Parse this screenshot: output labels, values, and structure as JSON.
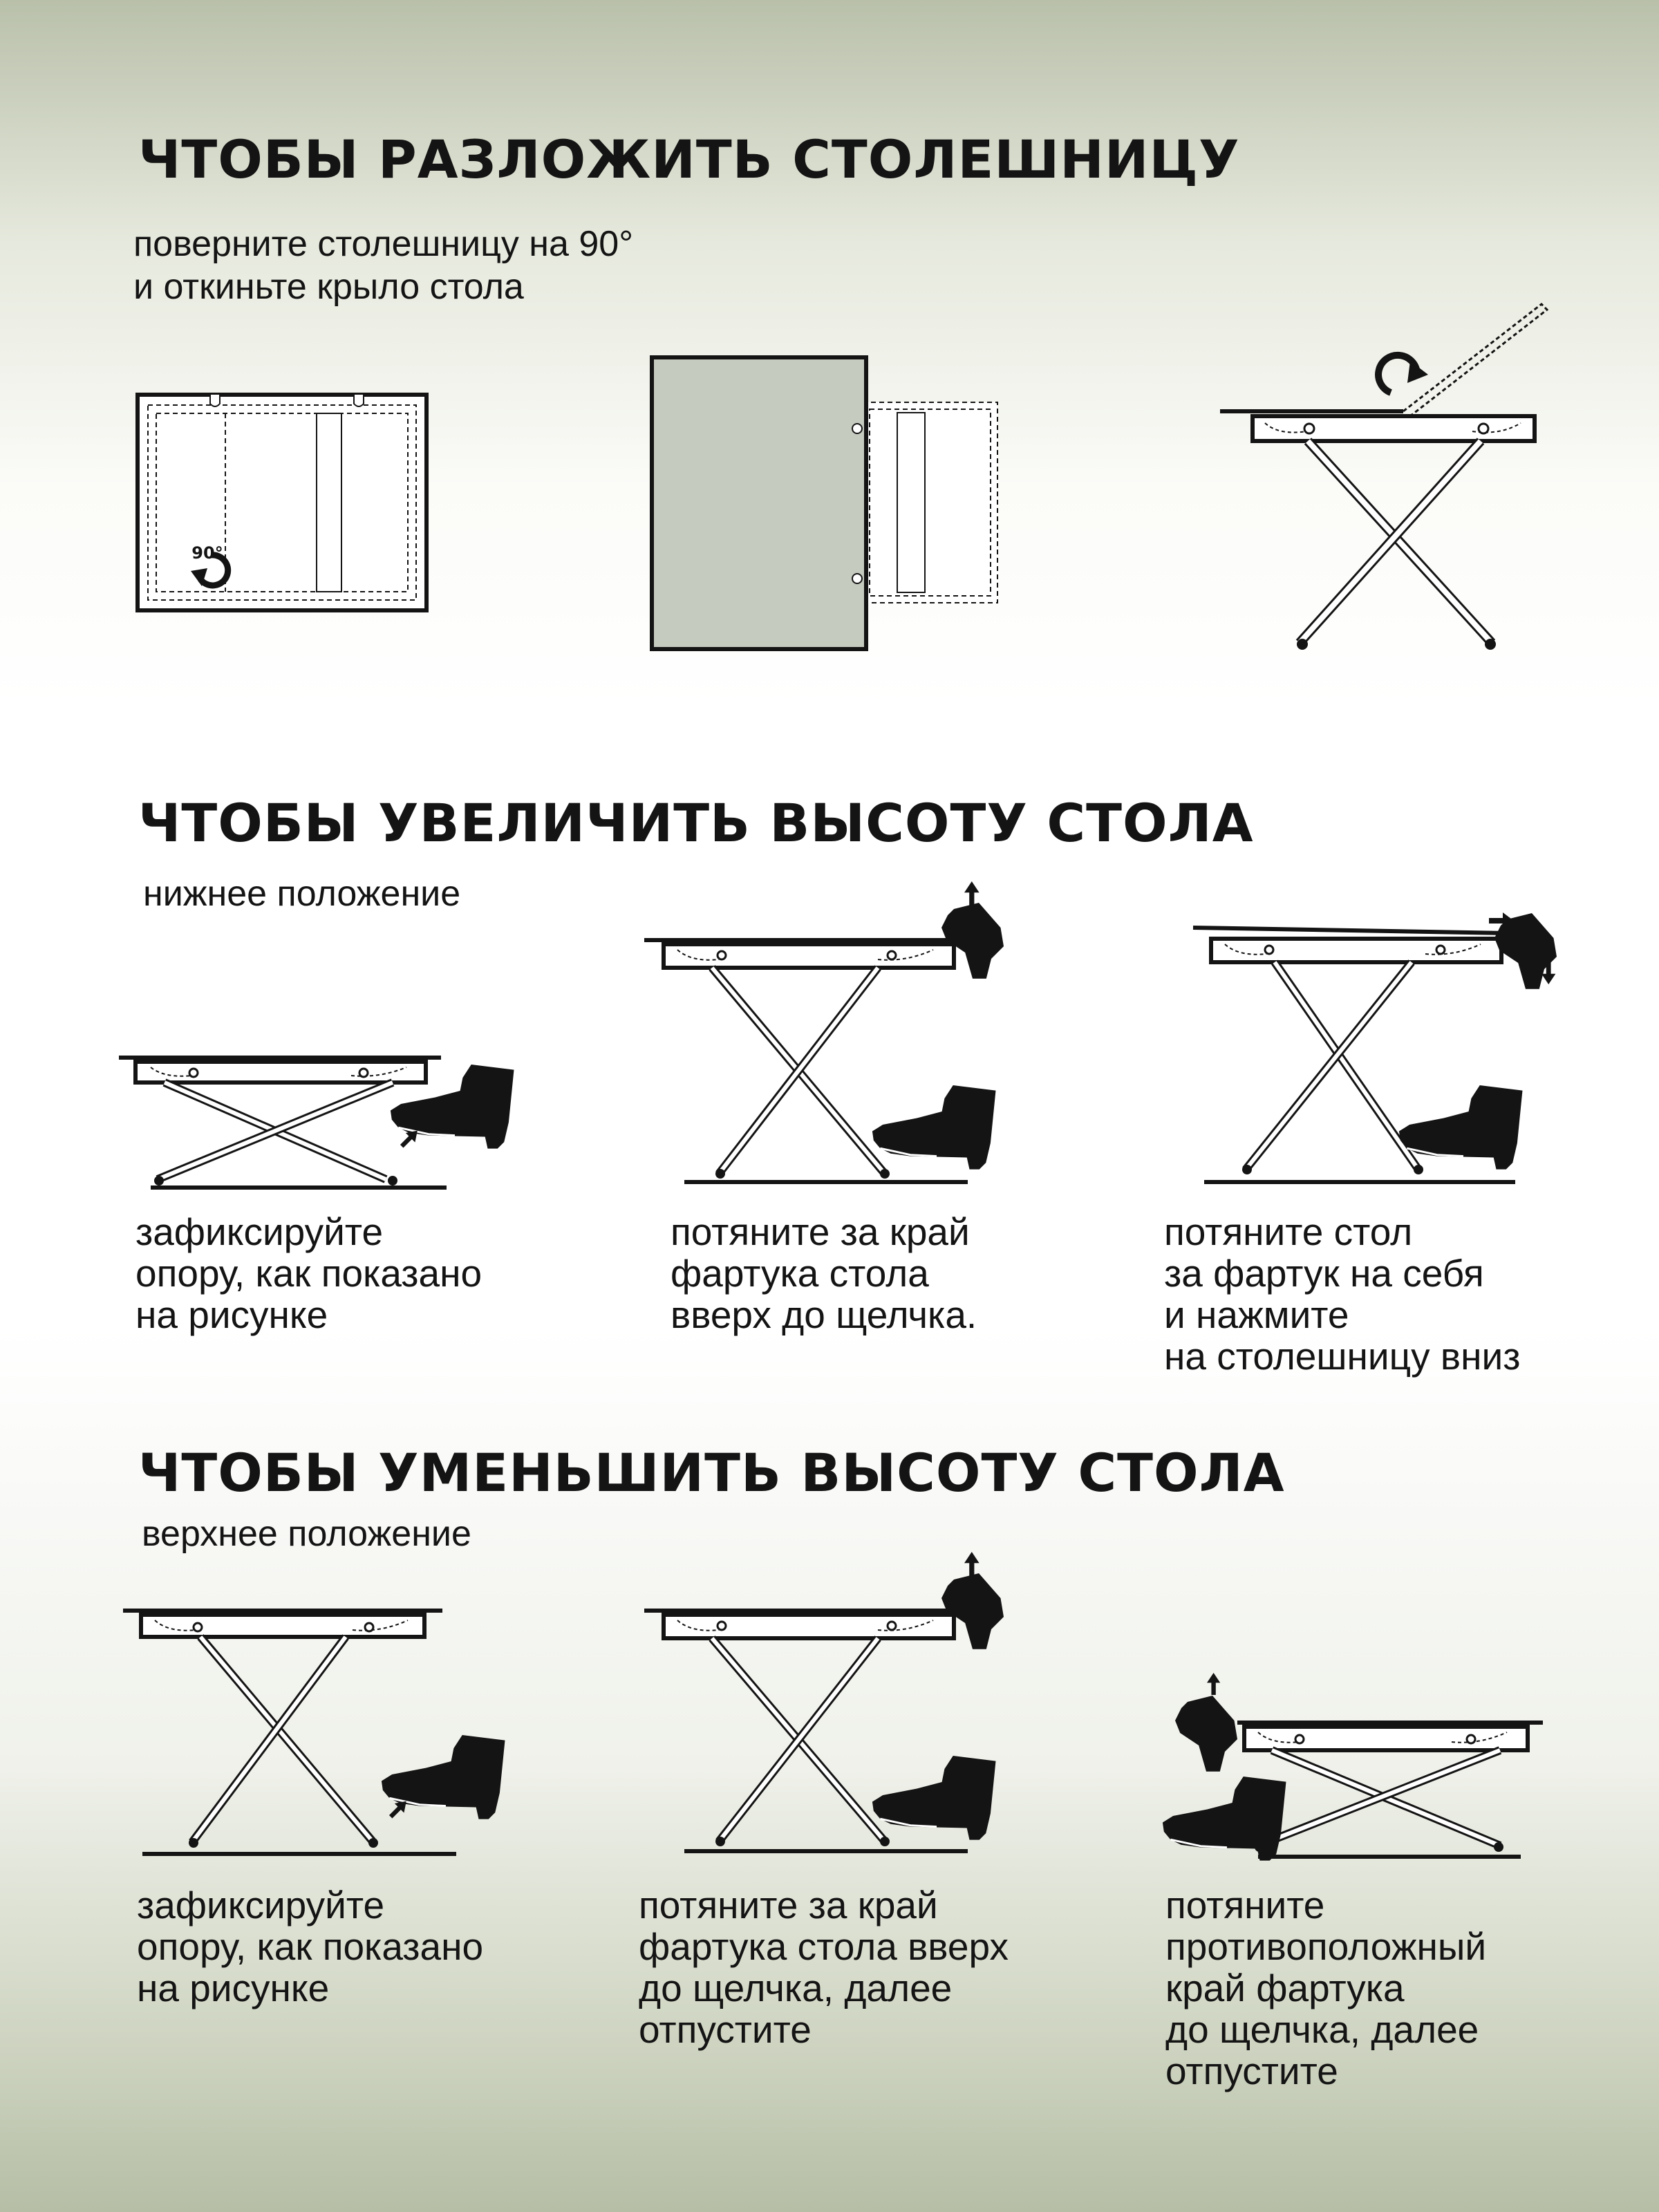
{
  "sections": [
    {
      "heading": "ЧТОБЫ РАЗЛОЖИТЬ СТОЛЕШНИЦУ",
      "subtitle_lines": [
        "поверните столешницу на 90°",
        "и откиньте крыло стола"
      ],
      "rotation_label": "90°"
    },
    {
      "heading": "ЧТОБЫ УВЕЛИЧИТЬ ВЫСОТУ СТОЛА",
      "subtitle": "нижнее положение",
      "steps": [
        {
          "lines": [
            "зафиксируйте",
            "опору, как показано",
            "на рисунке"
          ]
        },
        {
          "lines": [
            "потяните за край",
            "фартука стола",
            "вверх до щелчка."
          ]
        },
        {
          "lines": [
            "потяните стол",
            "за фартук на себя",
            "и нажмите",
            "на столешницу вниз"
          ]
        }
      ]
    },
    {
      "heading": "ЧТОБЫ УМЕНЬШИТЬ ВЫСОТУ СТОЛА",
      "subtitle": "верхнее положение",
      "steps": [
        {
          "lines": [
            "зафиксируйте",
            "опору, как показано",
            "на рисунке"
          ]
        },
        {
          "lines": [
            "потяните за край",
            "фартука стола вверх",
            "до щелчка, далее",
            "отпустите"
          ]
        },
        {
          "lines": [
            "потяните",
            "противоположный",
            "край фартука",
            "до щелчка, далее",
            "отпустите"
          ]
        }
      ]
    }
  ],
  "colors": {
    "text": "#141414",
    "panel": "#c6cbc0",
    "background_tint": "#b9c0aa"
  },
  "icons": [
    "table-top-icon",
    "rotate-arrow-icon",
    "folding-table-icon",
    "boot-icon",
    "arrow-up-icon",
    "arrow-down-icon",
    "arrow-right-icon"
  ]
}
